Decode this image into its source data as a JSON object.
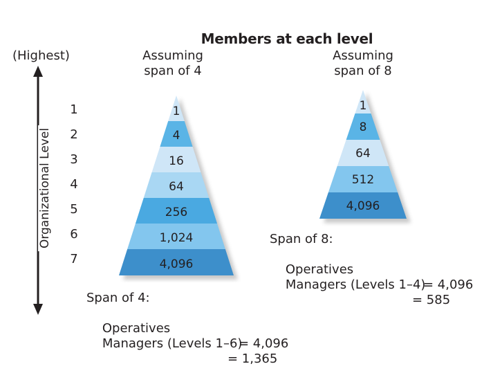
{
  "title": "Members at each level",
  "axis": {
    "top_label": "(Highest)",
    "vertical_label": "Organizational Level",
    "levels": [
      "1",
      "2",
      "3",
      "4",
      "5",
      "6",
      "7"
    ]
  },
  "pyramids": [
    {
      "header_line1": "Assuming",
      "header_line2": "span of 4",
      "bands": [
        "1",
        "4",
        "16",
        "64",
        "256",
        "1,024",
        "4,096"
      ],
      "band_colors": [
        "#cfe6f7",
        "#5ab4e6",
        "#cfe6f7",
        "#a9d7f3",
        "#4aa9e1",
        "#83c6ee",
        "#3d8fcb"
      ]
    },
    {
      "header_line1": "Assuming",
      "header_line2": "span of 8",
      "bands": [
        "1",
        "8",
        "64",
        "512",
        "4,096"
      ],
      "band_colors": [
        "#cfe6f7",
        "#5ab4e6",
        "#cfe6f7",
        "#83c6ee",
        "#3d8fcb"
      ]
    }
  ],
  "summaries": {
    "span4": {
      "heading": "Span of 4:",
      "operatives_label": "Operatives",
      "operatives_value": "= 4,096",
      "managers_label": "Managers (Levels 1–6)",
      "managers_value": "= 1,365"
    },
    "span8": {
      "heading": "Span of 8:",
      "operatives_label": "Operatives",
      "operatives_value": "= 4,096",
      "managers_label": "Managers (Levels 1–4)",
      "managers_value": "= 585"
    }
  }
}
